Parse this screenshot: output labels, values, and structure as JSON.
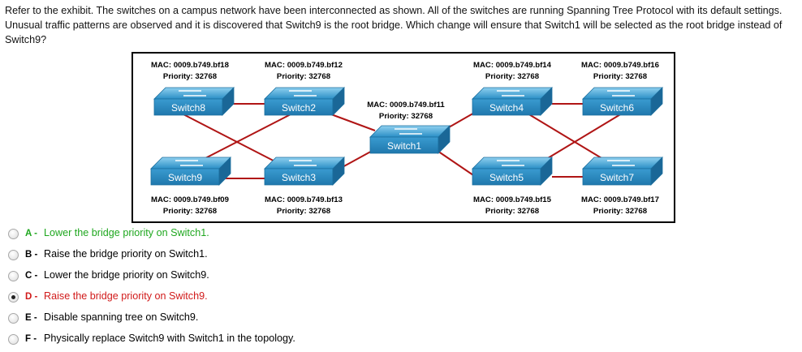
{
  "question": "Refer to the exhibit. The switches on a campus network have been interconnected as shown. All of the switches are running Spanning Tree Protocol with its default settings. Unusual traffic patterns are observed and it is discovered that Switch9 is the root bridge. Which change will ensure that Switch1 will be selected as the root bridge instead of Switch9?",
  "exhibit": {
    "switches": [
      {
        "name": "Switch8",
        "mac": "MAC: 0009.b749.bf18",
        "priority": "Priority: 32768"
      },
      {
        "name": "Switch2",
        "mac": "MAC: 0009.b749.bf12",
        "priority": "Priority: 32768"
      },
      {
        "name": "Switch1",
        "mac": "MAC: 0009.b749.bf11",
        "priority": "Priority: 32768"
      },
      {
        "name": "Switch4",
        "mac": "MAC: 0009.b749.bf14",
        "priority": "Priority: 32768"
      },
      {
        "name": "Switch6",
        "mac": "MAC: 0009.b749.bf16",
        "priority": "Priority: 32768"
      },
      {
        "name": "Switch9",
        "mac": "MAC: 0009.b749.bf09",
        "priority": "Priority: 32768"
      },
      {
        "name": "Switch3",
        "mac": "MAC: 0009.b749.bf13",
        "priority": "Priority: 32768"
      },
      {
        "name": "Switch5",
        "mac": "MAC: 0009.b749.bf15",
        "priority": "Priority: 32768"
      },
      {
        "name": "Switch7",
        "mac": "MAC: 0009.b749.bf17",
        "priority": "Priority: 32768"
      }
    ]
  },
  "answers": [
    {
      "letter": "A",
      "text": "Lower the bridge priority on Switch1.",
      "state": "correct"
    },
    {
      "letter": "B",
      "text": "Raise the bridge priority on Switch1.",
      "state": "normal"
    },
    {
      "letter": "C",
      "text": "Lower the bridge priority on Switch9.",
      "state": "normal"
    },
    {
      "letter": "D",
      "text": "Raise the bridge priority on Switch9.",
      "state": "selected-wrong"
    },
    {
      "letter": "E",
      "text": "Disable spanning tree on Switch9.",
      "state": "normal"
    },
    {
      "letter": "F",
      "text": "Physically replace Switch9 with Switch1 in the topology.",
      "state": "normal"
    }
  ],
  "colors": {
    "link": "#b01515",
    "switch_top": "#2e93c8",
    "switch_front": "#2a86be",
    "correct": "#1fa71f",
    "wrong": "#d11a1a"
  },
  "icons": {
    "switch": "network-switch-icon",
    "radio": "radio-button-icon"
  }
}
